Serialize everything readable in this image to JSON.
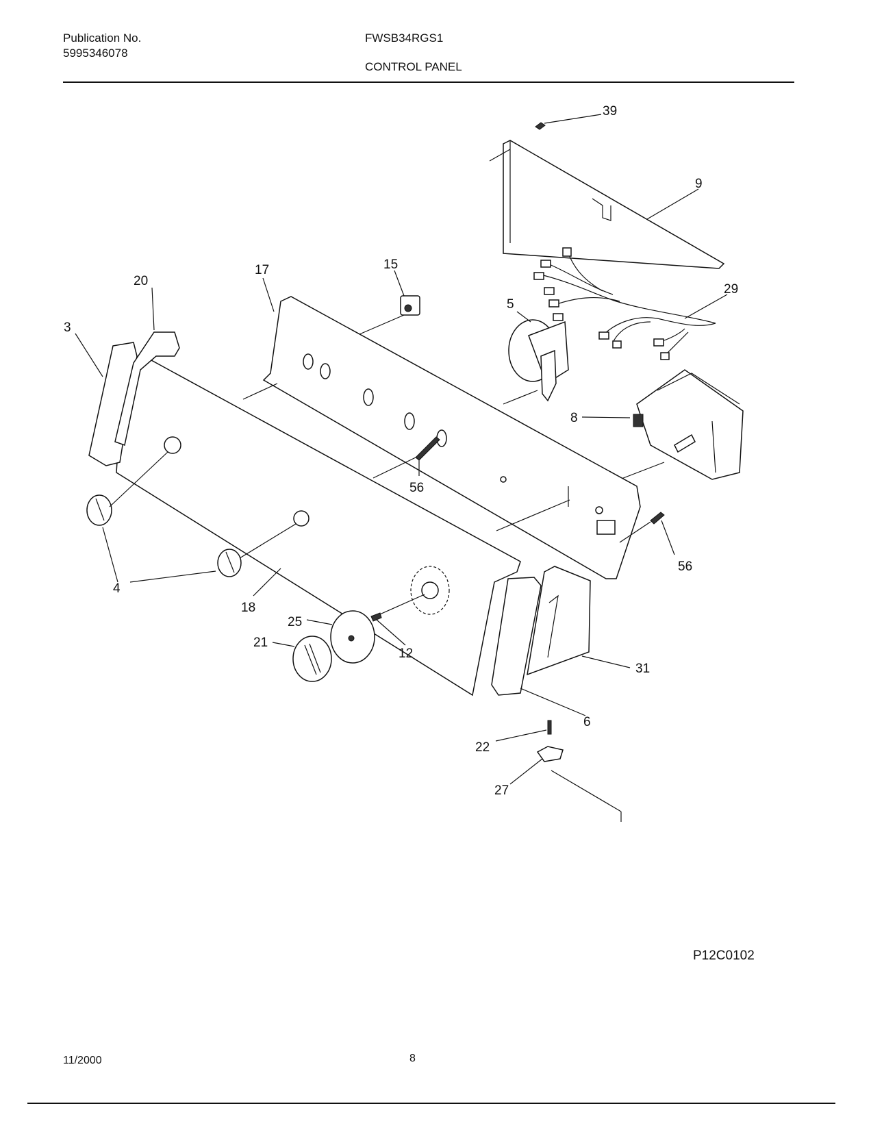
{
  "header": {
    "publication_label": "Publication No.",
    "publication_number": "5995346078",
    "model": "FWSB34RGS1",
    "section": "CONTROL PANEL"
  },
  "diagram": {
    "callouts": {
      "c3": "3",
      "c4": "4",
      "c5": "5",
      "c6": "6",
      "c8": "8",
      "c9": "9",
      "c12": "12",
      "c15": "15",
      "c17": "17",
      "c18": "18",
      "c20": "20",
      "c21": "21",
      "c22": "22",
      "c25": "25",
      "c27": "27",
      "c29": "29",
      "c31": "31",
      "c39": "39",
      "c56a": "56",
      "c56b": "56"
    },
    "figure_code": "P12C0102"
  },
  "footer": {
    "date": "11/2000",
    "page": "8"
  }
}
